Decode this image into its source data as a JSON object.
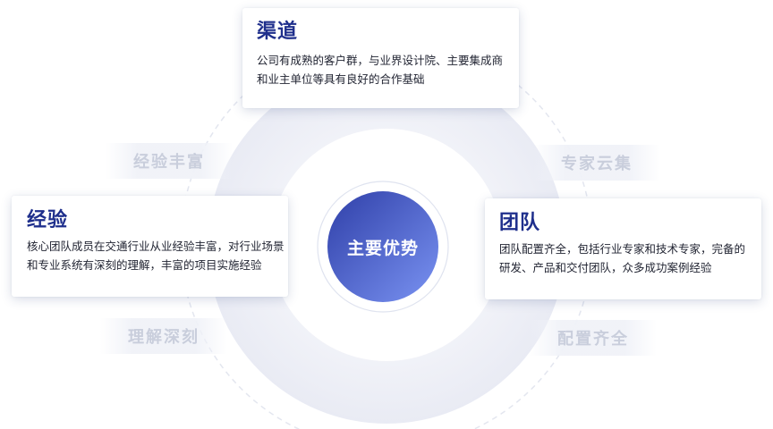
{
  "center": {
    "label": "主要优势"
  },
  "cards": {
    "top": {
      "title": "渠道",
      "desc": "公司有成熟的客户群，与业界设计院、主要集成商和业主单位等具有良好的合作基础"
    },
    "left": {
      "title": "经验",
      "desc": "核心团队成员在交通行业从业经验丰富，对行业场景和专业系统有深刻的理解，丰富的项目实施经验"
    },
    "right": {
      "title": "团队",
      "desc": "团队配置齐全，包括行业专家和技术专家，完备的研发、产品和交付团队，众多成功案例经验"
    }
  },
  "tags": {
    "top_left": "经验丰富",
    "top_right": "专家云集",
    "bottom_left": "理解深刻",
    "bottom_right": "配置齐全"
  },
  "colors": {
    "title": "#1f2f8c",
    "center_gradient_start": "#3a4db5",
    "center_gradient_end": "#6d86ee",
    "tag_text": "#c9cedc",
    "ring": "#eef0f7"
  }
}
